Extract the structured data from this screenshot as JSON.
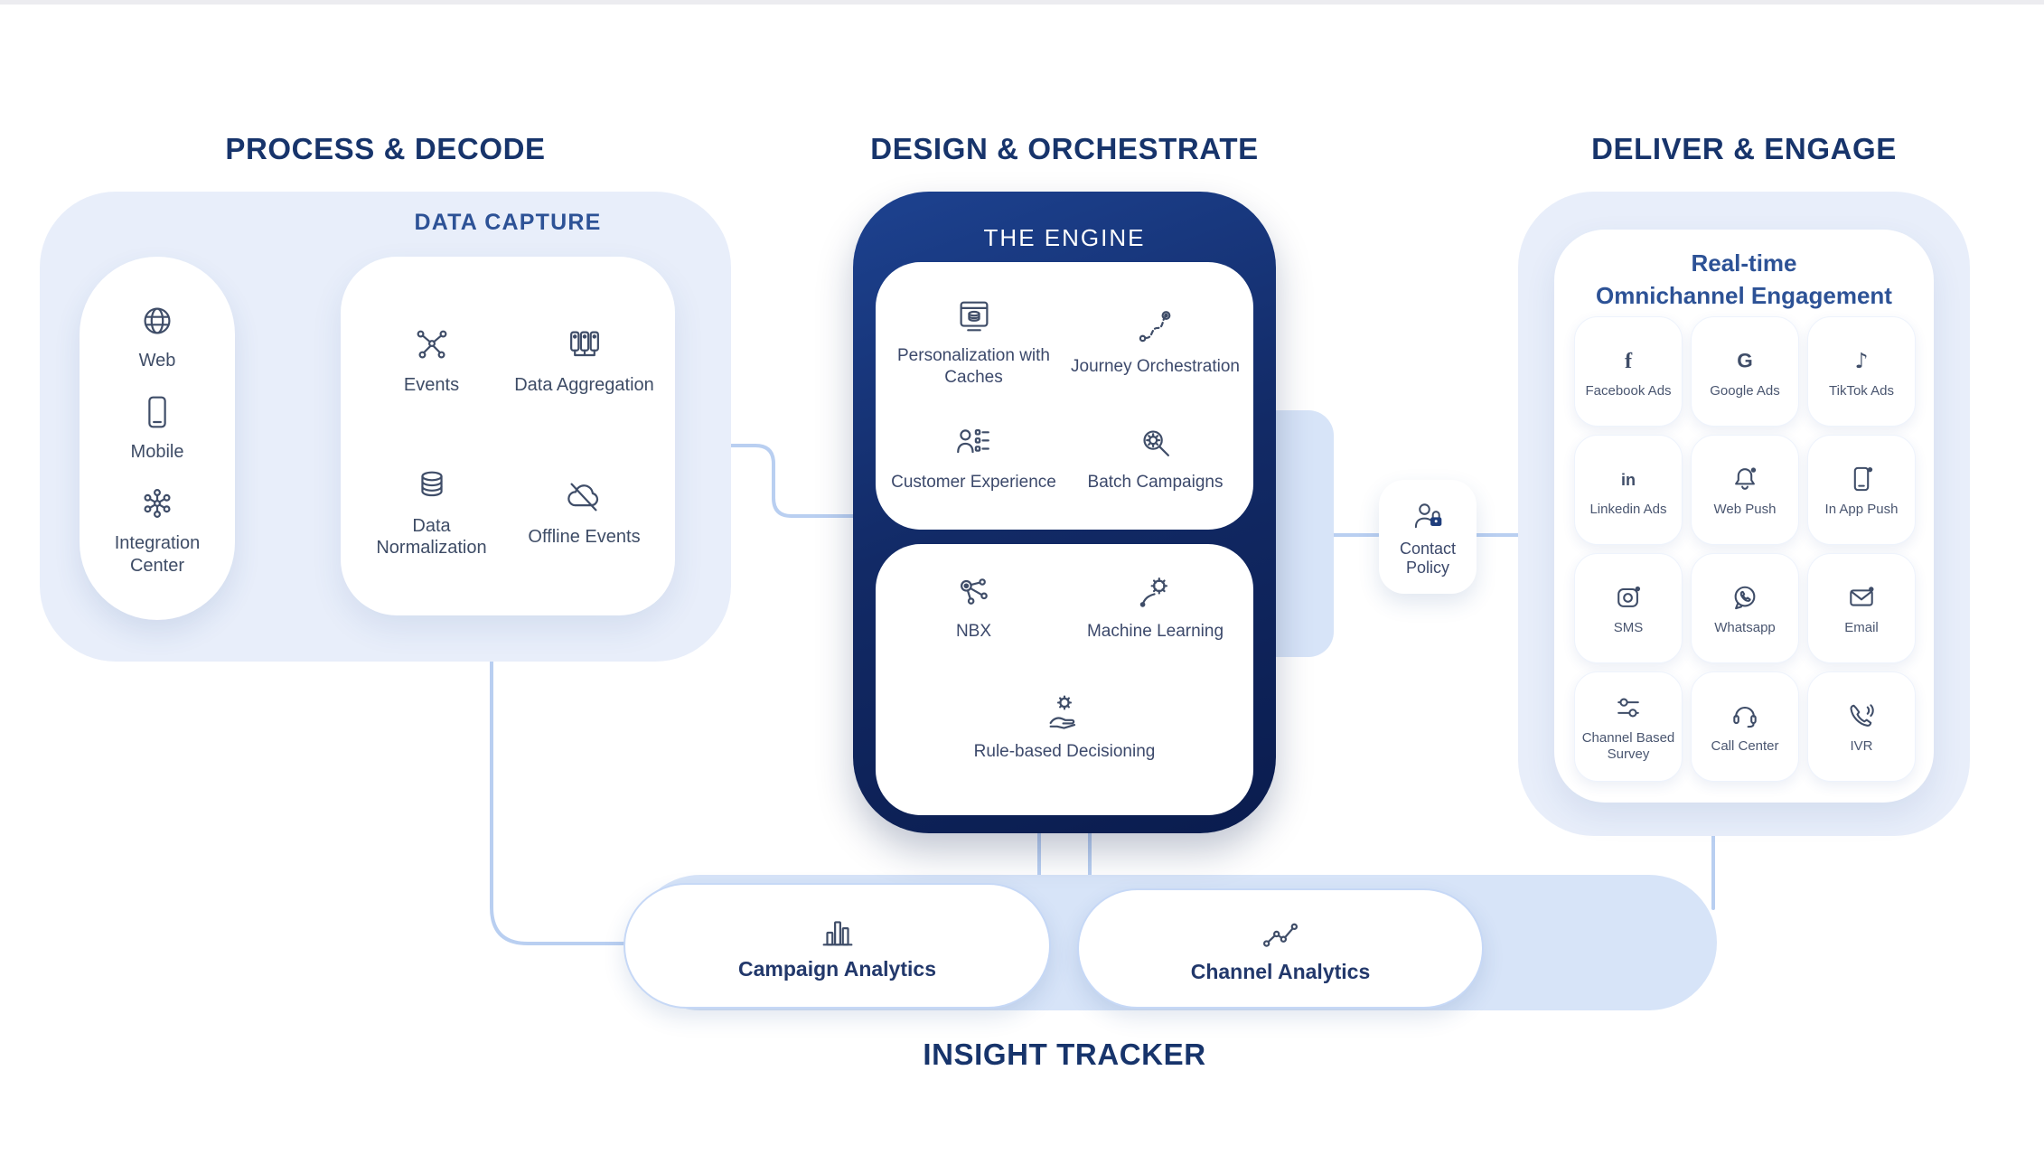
{
  "colors": {
    "title_navy": "#17346b",
    "subtitle_blue": "#2d5296",
    "label_slate": "#3e4c66",
    "container_light": "#e8eefa",
    "engine_dark_top": "#1d4290",
    "engine_dark_bottom": "#0a1c4e",
    "connector_blue": "#b9cff1",
    "band_blue": "#d7e4f8"
  },
  "sections": {
    "process_decode": {
      "title": "PROCESS & DECODE",
      "data_capture": {
        "label": "DATA CAPTURE",
        "sources": [
          {
            "label": "Web",
            "icon": "globe-icon"
          },
          {
            "label": "Mobile",
            "icon": "mobile-icon"
          },
          {
            "label": "Integration Center",
            "icon": "integration-center-icon"
          }
        ],
        "processors": [
          {
            "label": "Events",
            "icon": "events-icon"
          },
          {
            "label": "Data Aggregation",
            "icon": "data-aggregation-icon"
          },
          {
            "label": "Data Normalization",
            "icon": "data-normalization-icon"
          },
          {
            "label": "Offline Events",
            "icon": "offline-events-icon"
          }
        ]
      }
    },
    "design_orchestrate": {
      "title": "DESIGN & ORCHESTRATE",
      "engine": {
        "label": "THE ENGINE",
        "top_modules": [
          {
            "label": "Personalization with Caches",
            "icon": "personalization-caches-icon"
          },
          {
            "label": "Journey Orchestration",
            "icon": "journey-orchestration-icon"
          },
          {
            "label": "Customer Experience",
            "icon": "customer-experience-icon"
          },
          {
            "label": "Batch Campaigns",
            "icon": "batch-campaigns-icon"
          }
        ],
        "bottom_modules": [
          {
            "label": "NBX",
            "icon": "nbx-icon"
          },
          {
            "label": "Machine Learning",
            "icon": "machine-learning-icon"
          },
          {
            "label": "Rule-based Decisioning",
            "icon": "rule-based-decisioning-icon"
          }
        ]
      },
      "contact_policy": {
        "label": "Contact Policy",
        "icon": "contact-policy-icon"
      }
    },
    "deliver_engage": {
      "title": "DELIVER & ENGAGE",
      "omnichannel": {
        "title_line1": "Real-time",
        "title_line2": "Omnichannel Engagement",
        "channels": [
          {
            "label": "Facebook Ads",
            "icon": "facebook-icon"
          },
          {
            "label": "Google Ads",
            "icon": "google-icon"
          },
          {
            "label": "TikTok Ads",
            "icon": "tiktok-icon"
          },
          {
            "label": "Linkedin Ads",
            "icon": "linkedin-icon"
          },
          {
            "label": "Web Push",
            "icon": "bell-icon"
          },
          {
            "label": "In App Push",
            "icon": "mobile-notification-icon"
          },
          {
            "label": "SMS",
            "icon": "message-icon"
          },
          {
            "label": "Whatsapp",
            "icon": "whatsapp-icon"
          },
          {
            "label": "Email",
            "icon": "envelope-icon"
          },
          {
            "label": "Channel Based Survey",
            "icon": "survey-sliders-icon"
          },
          {
            "label": "Call Center",
            "icon": "headset-icon"
          },
          {
            "label": "IVR",
            "icon": "phone-waves-icon"
          }
        ]
      }
    },
    "insight_tracker": {
      "title": "INSIGHT TRACKER",
      "analytics": [
        {
          "label": "Campaign Analytics",
          "icon": "bar-chart-icon"
        },
        {
          "label": "Channel Analytics",
          "icon": "line-chart-icon"
        }
      ]
    }
  }
}
